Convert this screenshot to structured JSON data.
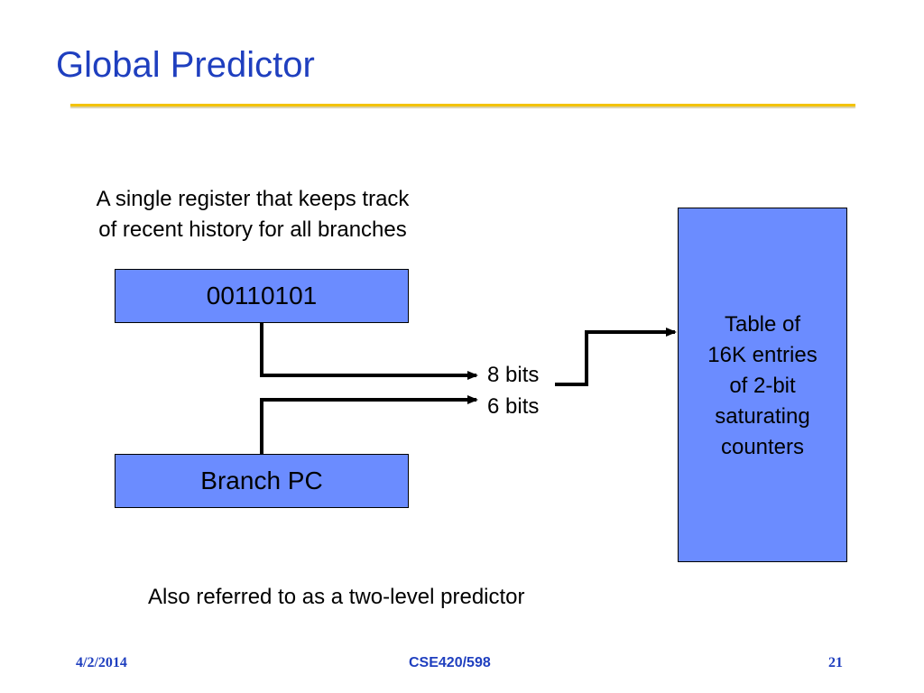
{
  "slide": {
    "title": "Global Predictor",
    "caption": [
      "A single register that keeps track",
      "of recent history for all branches"
    ],
    "history_register_value": "00110101",
    "branch_pc_label": "Branch PC",
    "history_bits_label": "8 bits",
    "pc_bits_label": "6 bits",
    "table_label": [
      "Table of",
      "16K entries",
      "of 2-bit",
      "saturating",
      "counters"
    ],
    "footnote": "Also referred to as a two-level predictor"
  },
  "footer": {
    "date": "4/2/2014",
    "course": "CSE420/598",
    "page_number": "21"
  },
  "colors": {
    "title": "#1f3fbf",
    "rule": "#f3c300",
    "box_fill": "#6b8cff"
  }
}
